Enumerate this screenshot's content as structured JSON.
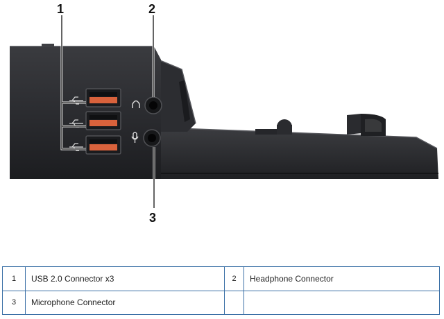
{
  "callouts": {
    "c1": "1",
    "c2": "2",
    "c3": "3"
  },
  "legend": {
    "rows": [
      {
        "n1": "1",
        "l1": "USB 2.0 Connector x3",
        "n2": "2",
        "l2": "Headphone Connector"
      },
      {
        "n1": "3",
        "l1": "Microphone Connector",
        "n2": "",
        "l2": ""
      }
    ]
  },
  "colors": {
    "device": "#2a2b2e",
    "usb_accent": "#d9623c",
    "table_border": "#3a6fa6"
  }
}
